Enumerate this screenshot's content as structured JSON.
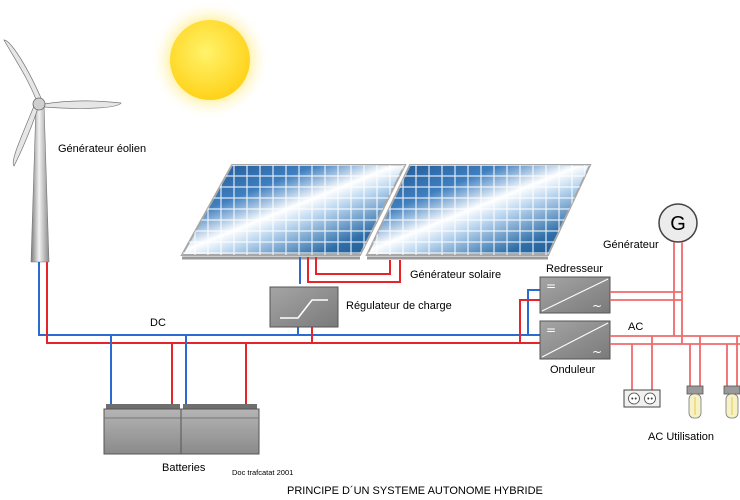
{
  "labels": {
    "wind_generator": "Générateur éolien",
    "solar_generator": "Générateur solaire",
    "charge_controller": "Régulateur de charge",
    "rectifier": "Redresseur",
    "inverter": "Onduleur",
    "generator": "Générateur",
    "generator_symbol": "G",
    "dc": "DC",
    "ac": "AC",
    "batteries": "Batteries",
    "ac_usage": "AC Utilisation",
    "credit": "Doc trafcatat 2001",
    "title": "PRINCIPE D´UN SYSTEME AUTONOME HYBRIDE"
  },
  "symbols": {
    "dc_sign": "=",
    "ac_sign": "~"
  },
  "colors": {
    "dc_positive": "#e8242b",
    "dc_negative": "#2a6ad1",
    "ac_line": "#ee6b6b",
    "device_gray": "#8c8c8c",
    "panel_blue": "#1f5f9c",
    "sun": "#ffe14a"
  },
  "icons": [
    "wind-turbine-icon",
    "sun-icon",
    "solar-panel-icon",
    "battery-icon",
    "outlet-icon",
    "light-bulb-icon",
    "generator-icon"
  ]
}
